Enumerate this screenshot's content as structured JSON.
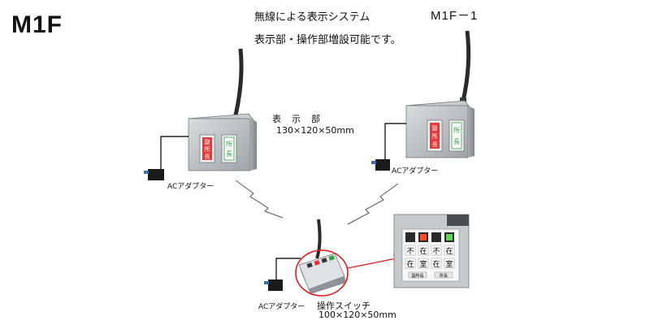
{
  "model": "M1F",
  "model_variant": "M1F－1",
  "headline": {
    "line1": "無線による表示システム",
    "line2": "表示部・操作部増設可能です。"
  },
  "display_unit": {
    "label": "表　示　部",
    "dimensions": "130×120×50mm",
    "left_panel": [
      "副",
      "所",
      "長"
    ],
    "right_panel": [
      "所",
      "長"
    ]
  },
  "adapter_label": "ACアダプター",
  "switch_unit": {
    "label": "操作スイッチ",
    "dimensions": "100×120×50mm",
    "zoom_top_row": [
      "不",
      "在",
      "不",
      "在"
    ],
    "zoom_bottom_row": [
      "在",
      "室",
      "在",
      "室"
    ],
    "zoom_footer": [
      "副所長",
      "所長"
    ]
  },
  "colors": {
    "panel_red": "#e43a3a",
    "panel_green": "#2e9e3e",
    "highlight_ring": "#e01a1a",
    "device_body": "#b9bdc2"
  }
}
